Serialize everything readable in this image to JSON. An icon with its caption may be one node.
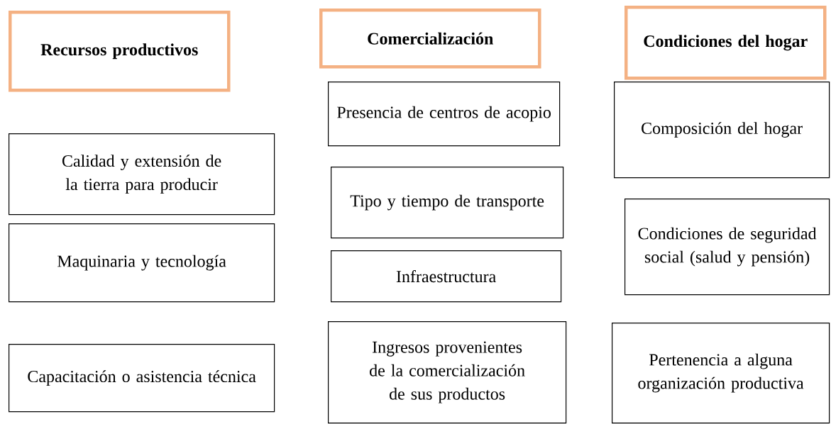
{
  "diagram": {
    "nodes": [
      {
        "text": [
          "Recursos productivos"
        ]
      },
      {
        "text": [
          "Comercialización"
        ]
      },
      {
        "text": [
          "Condiciones del hogar"
        ]
      },
      {
        "text": [
          "Calidad y extensión de la tierra para producir"
        ]
      },
      {
        "text": [
          "Presencia de centros de acopio"
        ]
      },
      {
        "text": [
          "Composición del hogar"
        ]
      },
      {
        "text": [
          "Tipo y tiempo de transporte"
        ]
      },
      {
        "text": [
          "Condiciones de seguridad social (salud y pensión)"
        ]
      },
      {
        "text": [
          "Maquinaria y tecnología"
        ]
      },
      {
        "text": [
          "Infraestructura"
        ]
      },
      {
        "text": [
          "Capacitación o asistencia técnica"
        ]
      },
      {
        "text": [
          "Ingresos provenientes de la comercialización de sus productos"
        ]
      },
      {
        "text": [
          "Pertenencia a alguna organización productiva"
        ]
      }
    ]
  }
}
